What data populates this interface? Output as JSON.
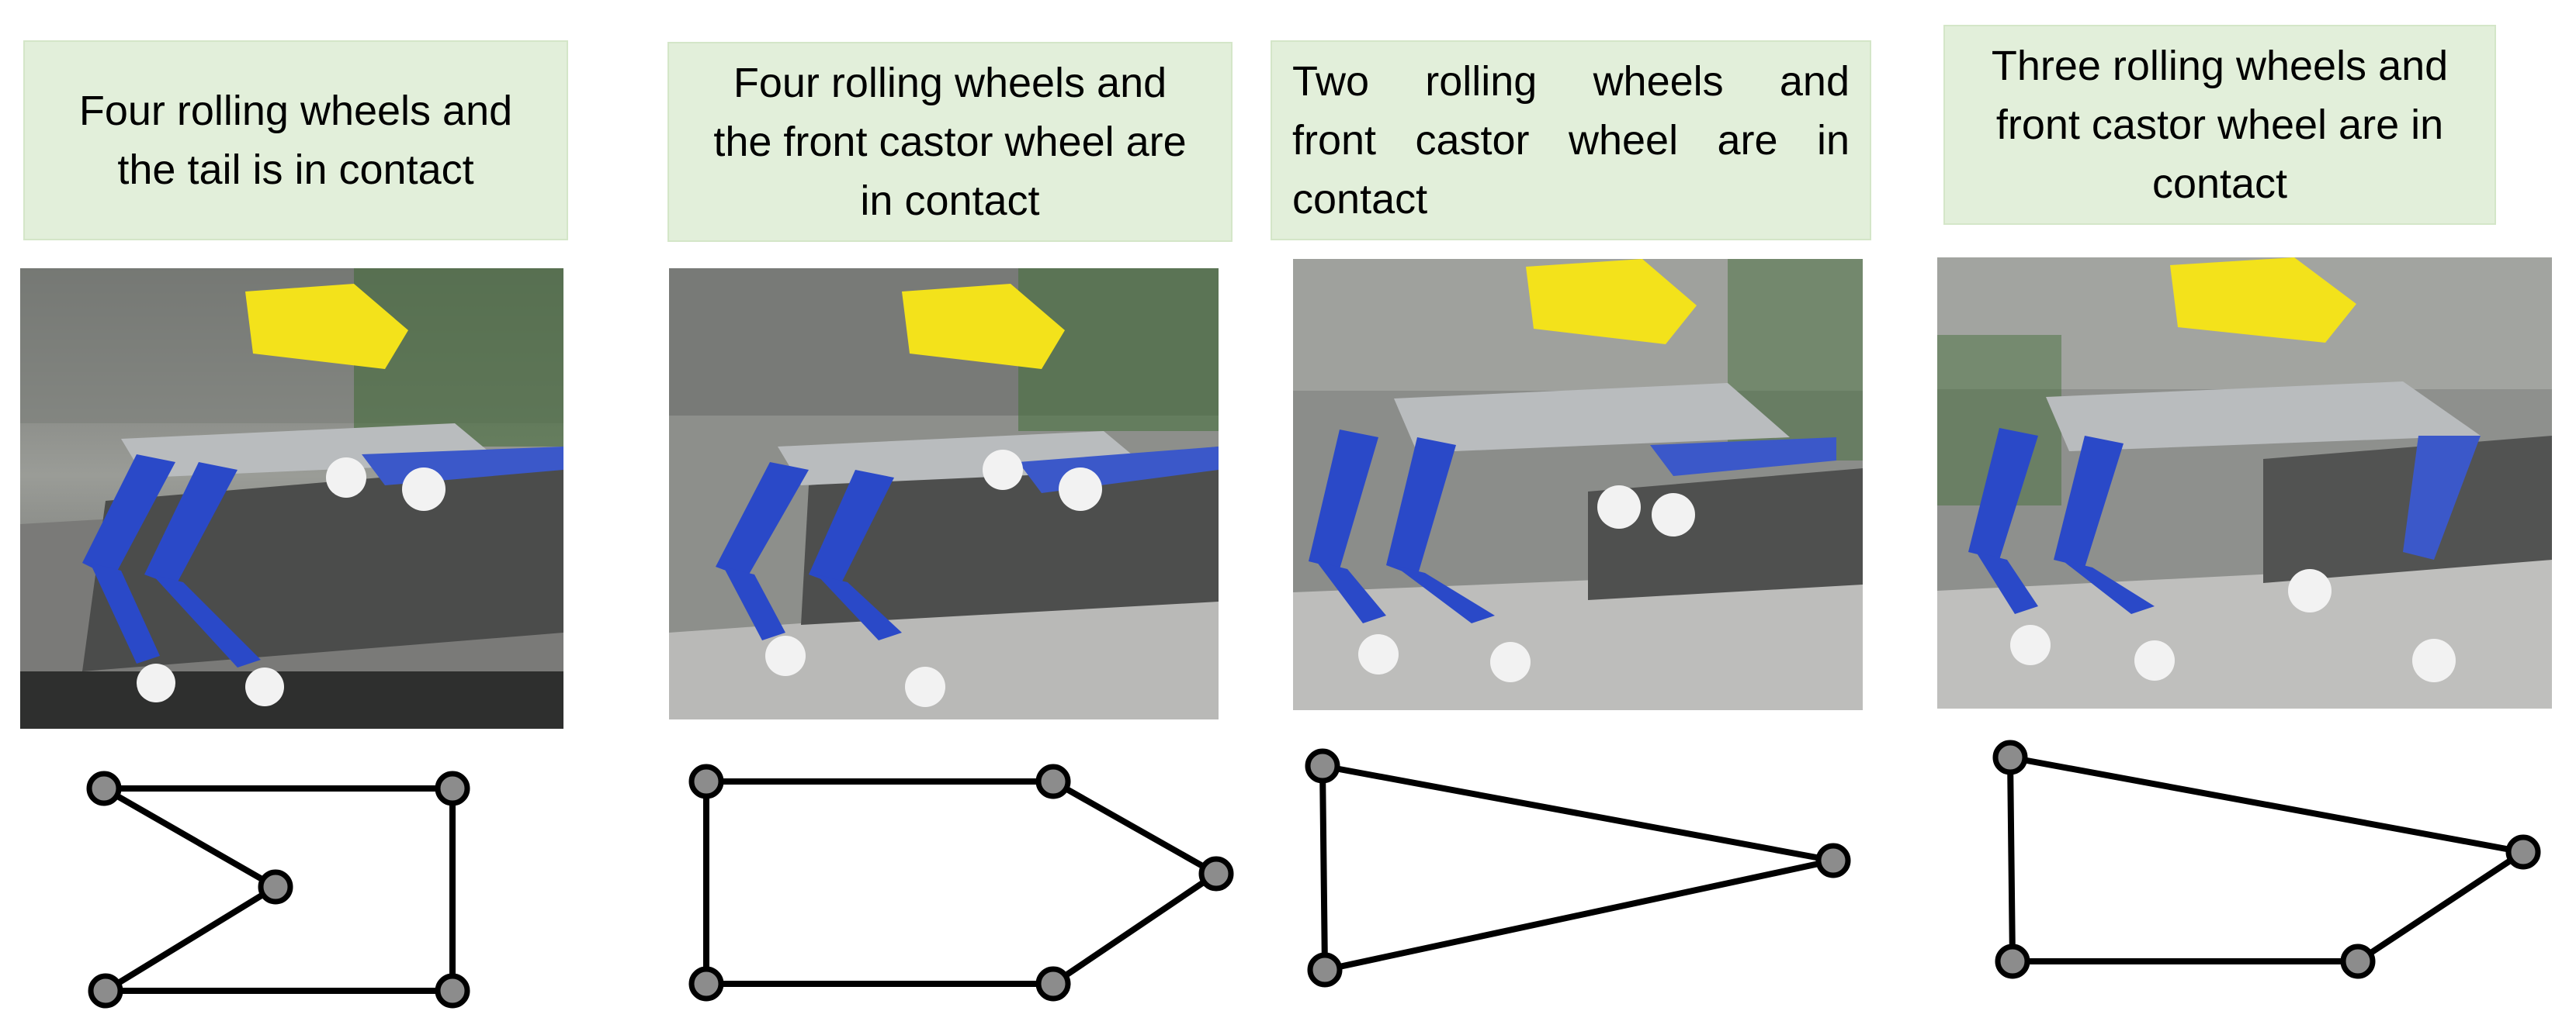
{
  "panels": [
    {
      "caption_lines": [
        "Four rolling wheels and",
        "the  tail is  in contact"
      ],
      "contact_polygon": "tail-plus-four-wheels"
    },
    {
      "caption_lines": [
        "Four rolling wheels and",
        "the front castor wheel are",
        "in contact"
      ],
      "contact_polygon": "four-wheels-plus-front-castor"
    },
    {
      "caption_lines_words": [
        [
          "Two",
          "rolling",
          "wheels",
          "and"
        ],
        [
          "front",
          "castor",
          "wheel",
          "are",
          "in"
        ],
        [
          "contact"
        ]
      ],
      "contact_polygon": "two-wheels-plus-front-castor"
    },
    {
      "caption_lines": [
        "Three rolling wheels and",
        "front castor wheel are  in",
        "contact"
      ],
      "contact_polygon": "three-wheels-plus-front-castor"
    }
  ],
  "colors": {
    "caption_bg": "#e2efda",
    "robot_leg": "#2a49c8",
    "robot_shell": "#f3e21b",
    "contact_node": "#8c8c8c"
  }
}
